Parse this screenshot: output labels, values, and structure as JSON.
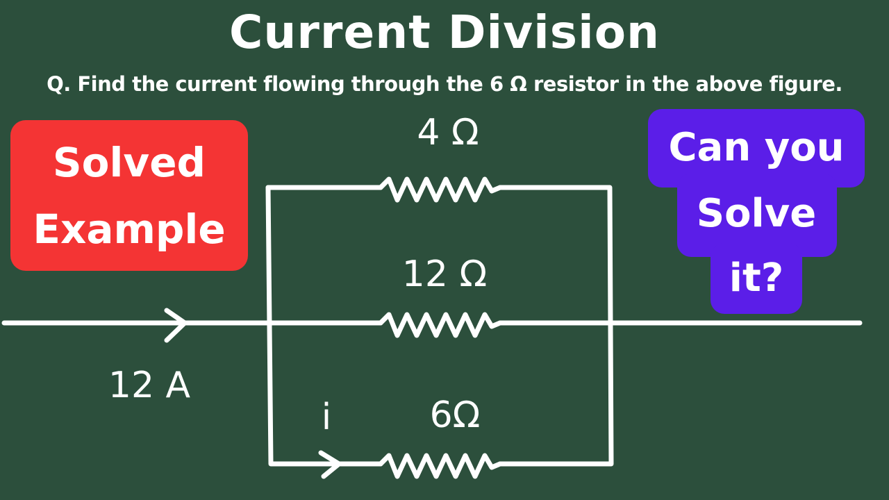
{
  "title": "Current Division",
  "question": "Q. Find the current flowing through the 6 Ω resistor in the above figure.",
  "badge_left": {
    "line1": "Solved",
    "line2": "Example",
    "color": "#f43434"
  },
  "badge_right": {
    "line1": "Can you",
    "line2": "Solve",
    "line3": "it?",
    "color": "#5b1ee8"
  },
  "circuit": {
    "source_current": "12 A",
    "branch_current": "i",
    "resistors": [
      {
        "label": "4 Ω"
      },
      {
        "label": "12 Ω"
      },
      {
        "label": "6Ω"
      }
    ]
  }
}
